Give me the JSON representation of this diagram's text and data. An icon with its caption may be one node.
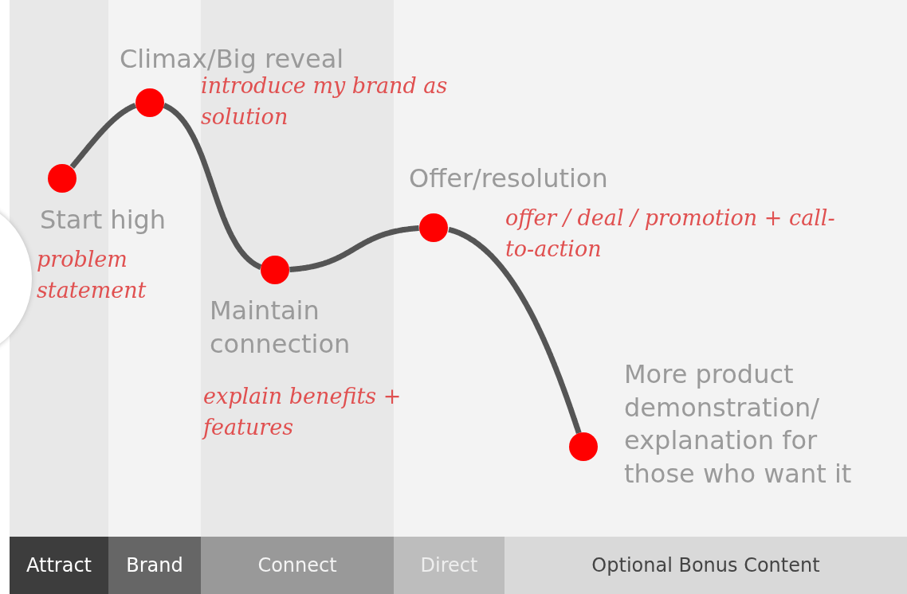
{
  "diagram": {
    "nodes": [
      {
        "text": [
          "Attract"
        ]
      },
      {
        "text": [
          "Brand"
        ]
      },
      {
        "text": [
          "Connect"
        ]
      },
      {
        "text": [
          "Direct"
        ]
      },
      {
        "text": [
          "Optional Bonus Content"
        ]
      },
      {
        "text": [],
        "shape": "circle",
        "beside": [
          "Start high",
          "problem statement"
        ]
      },
      {
        "text": [],
        "shape": "circle",
        "beside": [
          "Climax/Big reveal",
          "introduce my brand as solution"
        ]
      },
      {
        "text": [],
        "shape": "circle",
        "beside": [
          "Maintain connection",
          "explain benefits + features"
        ]
      },
      {
        "text": [],
        "shape": "circle",
        "beside": [
          "Offer/resolution",
          "offer / deal / promotion + call-to-action"
        ]
      },
      {
        "text": [],
        "shape": "circle",
        "beside": [
          "More product demonstration/ explanation for those who want it"
        ]
      },
      {
        "text": [],
        "shape": "circle"
      }
    ],
    "edges": [
      {
        "from": 5,
        "to": 6,
        "arrow": "none"
      },
      {
        "from": 6,
        "to": 7,
        "arrow": "none"
      },
      {
        "from": 7,
        "to": 8,
        "arrow": "none"
      },
      {
        "from": 8,
        "to": 9,
        "arrow": "none"
      }
    ]
  }
}
